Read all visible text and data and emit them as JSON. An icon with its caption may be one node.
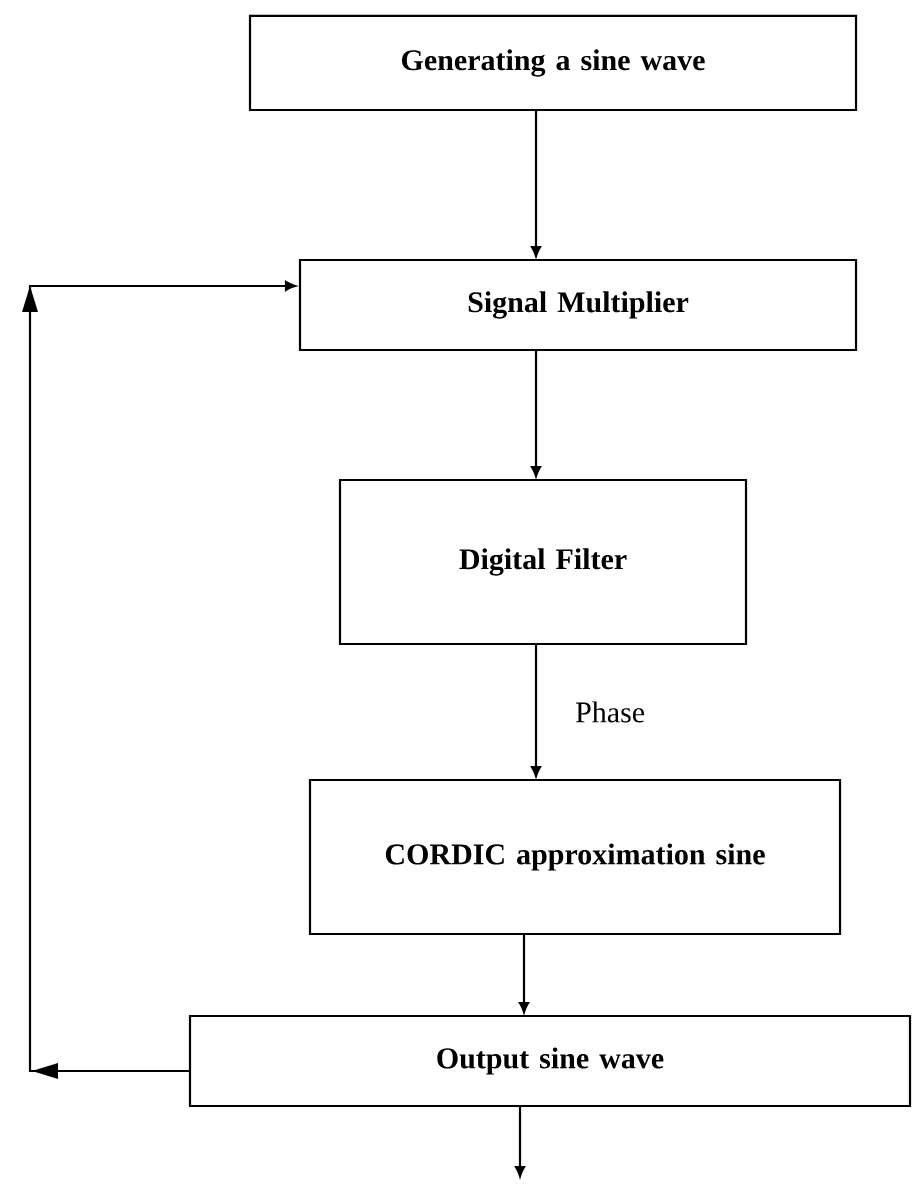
{
  "diagram": {
    "nodes": [
      {
        "text": [
          "Generating a sine wave"
        ]
      },
      {
        "text": [
          "Signal Multiplier"
        ]
      },
      {
        "text": [
          "Digital Filter"
        ]
      },
      {
        "text": [
          "CORDIC approximation sine"
        ]
      },
      {
        "text": [
          "Output sine wave"
        ]
      }
    ],
    "edges": [
      {
        "from": 0,
        "to": 1,
        "arrow": "to"
      },
      {
        "from": 1,
        "to": 2,
        "arrow": "to"
      },
      {
        "from": 2,
        "to": 3,
        "arrow": "to",
        "label": "Phase"
      },
      {
        "from": 3,
        "to": 4,
        "arrow": "to"
      },
      {
        "from": 4,
        "to": 1,
        "arrow": "to"
      },
      {
        "from": 4,
        "to": null,
        "arrow": "to"
      }
    ]
  }
}
